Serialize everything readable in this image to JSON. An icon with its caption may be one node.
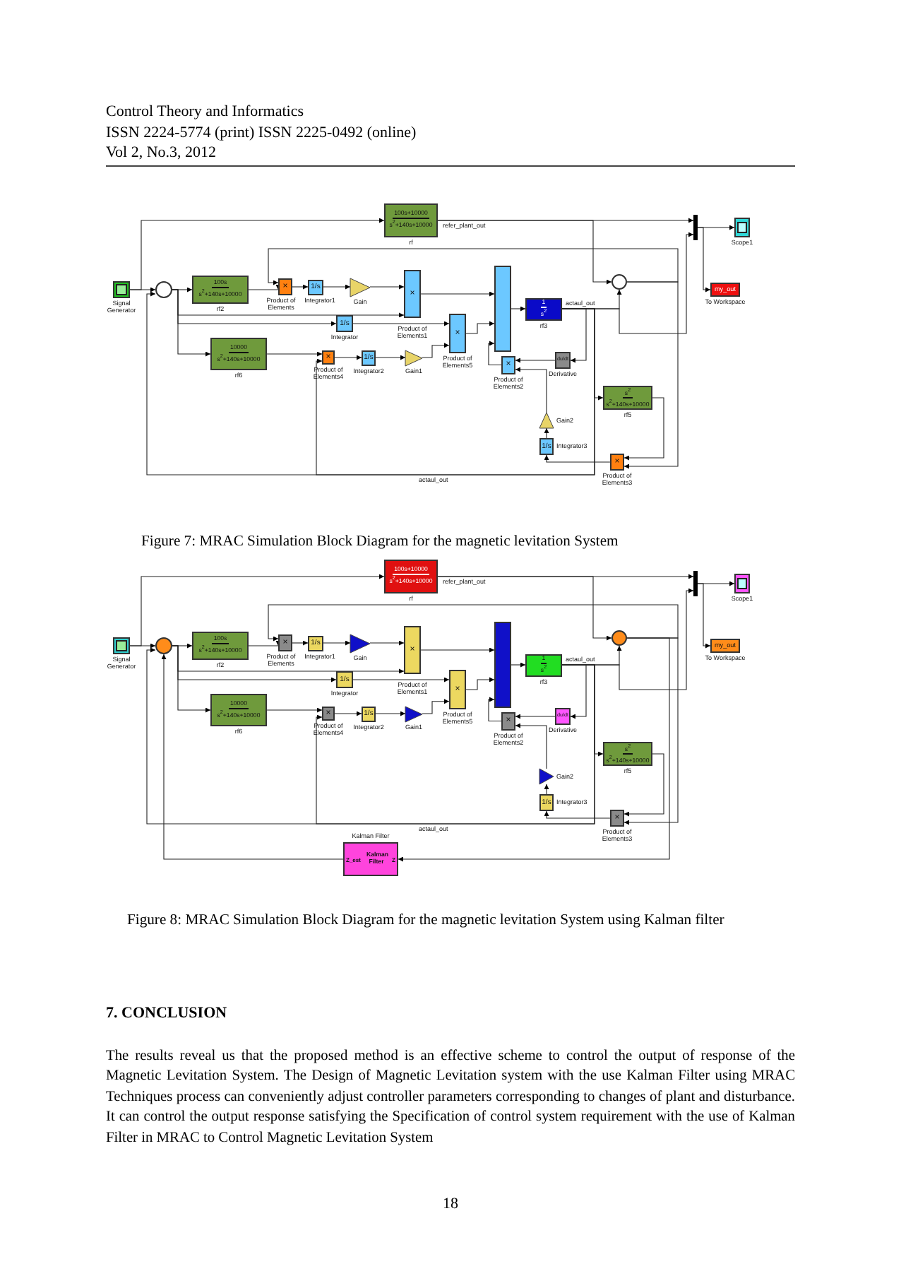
{
  "diagram": {
    "nodes": [
      {
        "text": [],
        "shape": "box",
        "beside": [
          "Signal Generator"
        ]
      },
      {
        "text": [],
        "shape": "circle"
      },
      {
        "text": [
          "100s+10000",
          "s$^{2}$+140s+10000"
        ],
        "beside": [
          "rf"
        ]
      },
      {
        "text": [
          "100s",
          "s$^{2}$+140s+10000"
        ],
        "beside": [
          "rf2"
        ]
      },
      {
        "text": [
          "×"
        ],
        "beside": [
          "Product of Elements"
        ]
      },
      {
        "text": [
          "1/s"
        ],
        "beside": [
          "Integrator1"
        ]
      },
      {
        "text": [],
        "shape": "triangle",
        "beside": [
          "Gain"
        ]
      },
      {
        "text": [
          "×"
        ],
        "beside": [
          "Product of Elements1"
        ]
      },
      {
        "text": [
          "1/s"
        ],
        "beside": [
          "Integrator"
        ]
      },
      {
        "text": [
          "10000",
          "s$^{2}$+140s+10000"
        ],
        "beside": [
          "rf6"
        ]
      },
      {
        "text": [
          "×"
        ],
        "beside": [
          "Product of Elements4"
        ]
      },
      {
        "text": [
          "1/s"
        ],
        "beside": [
          "Integrator2"
        ]
      },
      {
        "text": [],
        "shape": "triangle",
        "beside": [
          "Gain1"
        ]
      },
      {
        "text": [
          "×"
        ],
        "beside": [
          "Product of Elements5"
        ]
      },
      {
        "text": [],
        "shape": "box"
      },
      {
        "text": [
          "1",
          "s$^{2}$"
        ],
        "beside": [
          "rf3"
        ]
      },
      {
        "text": [],
        "shape": "circle"
      },
      {
        "text": [],
        "shape": "bar"
      },
      {
        "text": [],
        "shape": "box",
        "beside": [
          "Scope1"
        ]
      },
      {
        "text": [
          "my_out"
        ],
        "beside": [
          "To Workspace"
        ]
      },
      {
        "text": [
          "×"
        ],
        "beside": [
          "Product of Elements2"
        ]
      },
      {
        "text": [
          "du/dt"
        ],
        "beside": [
          "Derivative"
        ]
      },
      {
        "text": [
          "s$^{2}$",
          "s$^{2}$+140s+10000"
        ],
        "beside": [
          "rf5"
        ]
      },
      {
        "text": [],
        "shape": "triangle",
        "beside": [
          "Gain2"
        ]
      },
      {
        "text": [
          "1/s"
        ],
        "beside": [
          "Integrator3"
        ]
      },
      {
        "text": [
          "×"
        ],
        "beside": [
          "Product of Elements3"
        ]
      },
      {
        "text": [],
        "shape": "box",
        "beside": [
          "Signal Generator"
        ]
      },
      {
        "text": [],
        "shape": "circle"
      },
      {
        "text": [
          "100s+10000",
          "s$^{2}$+140s+10000"
        ],
        "beside": [
          "rf"
        ]
      },
      {
        "text": [
          "100s",
          "s$^{2}$+140s+10000"
        ],
        "beside": [
          "rf2"
        ]
      },
      {
        "text": [
          "×"
        ],
        "beside": [
          "Product of Elements"
        ]
      },
      {
        "text": [
          "1/s"
        ],
        "beside": [
          "Integrator1"
        ]
      },
      {
        "text": [],
        "shape": "triangle",
        "beside": [
          "Gain"
        ]
      },
      {
        "text": [
          "×"
        ],
        "beside": [
          "Product of Elements1"
        ]
      },
      {
        "text": [
          "1/s"
        ],
        "beside": [
          "Integrator"
        ]
      },
      {
        "text": [
          "10000",
          "s$^{2}$+140s+10000"
        ],
        "beside": [
          "rf6"
        ]
      },
      {
        "text": [
          "×"
        ],
        "beside": [
          "Product of Elements4"
        ]
      },
      {
        "text": [
          "1/s"
        ],
        "beside": [
          "Integrator2"
        ]
      },
      {
        "text": [],
        "shape": "triangle",
        "beside": [
          "Gain1"
        ]
      },
      {
        "text": [
          "×"
        ],
        "beside": [
          "Product of Elements5"
        ]
      },
      {
        "text": [],
        "shape": "box"
      },
      {
        "text": [
          "1",
          "s$^{2}$"
        ],
        "beside": [
          "rf3"
        ]
      },
      {
        "text": [],
        "shape": "circle"
      },
      {
        "text": [],
        "shape": "bar"
      },
      {
        "text": [],
        "shape": "box",
        "beside": [
          "Scope1"
        ]
      },
      {
        "text": [
          "my_out"
        ],
        "beside": [
          "To Workspace"
        ]
      },
      {
        "text": [
          "×"
        ],
        "beside": [
          "Product of Elements2"
        ]
      },
      {
        "text": [
          "du/dt"
        ],
        "beside": [
          "Derivative"
        ]
      },
      {
        "text": [
          "s$^{2}$",
          "s$^{2}$+140s+10000"
        ],
        "beside": [
          "rf5"
        ]
      },
      {
        "text": [],
        "shape": "triangle",
        "beside": [
          "Gain2"
        ]
      },
      {
        "text": [
          "1/s"
        ],
        "beside": [
          "Integrator3"
        ]
      },
      {
        "text": [
          "×"
        ],
        "beside": [
          "Product of Elements3"
        ]
      },
      {
        "text": [
          "Kalman Filter",
          "Z_est",
          "Kalman Filter",
          "Z"
        ]
      }
    ],
    "edges": [
      {
        "from": 0,
        "to": 1,
        "arrow": "to"
      },
      {
        "from": 0,
        "to": 2,
        "arrow": "to"
      },
      {
        "from": 1,
        "to": 3,
        "arrow": "to"
      },
      {
        "from": 3,
        "to": 4,
        "arrow": "to"
      },
      {
        "from": 16,
        "to": 4,
        "arrow": "to"
      },
      {
        "from": 4,
        "to": 5,
        "arrow": "to"
      },
      {
        "from": 5,
        "to": 6,
        "arrow": "to"
      },
      {
        "from": 6,
        "to": 7,
        "arrow": "to"
      },
      {
        "from": 1,
        "to": 7,
        "arrow": "to"
      },
      {
        "from": 1,
        "to": 8,
        "arrow": "to"
      },
      {
        "from": 8,
        "to": 13,
        "arrow": "to"
      },
      {
        "from": 1,
        "to": 9,
        "arrow": "to"
      },
      {
        "from": 9,
        "to": 10,
        "arrow": "to"
      },
      {
        "from": 10,
        "to": 11,
        "arrow": "to"
      },
      {
        "from": 11,
        "to": 12,
        "arrow": "to"
      },
      {
        "from": 12,
        "to": 13,
        "arrow": "to"
      },
      {
        "from": 7,
        "to": 14,
        "arrow": "to"
      },
      {
        "from": 13,
        "to": 14,
        "arrow": "to"
      },
      {
        "from": 20,
        "to": 14,
        "arrow": "to"
      },
      {
        "from": 14,
        "to": 15,
        "arrow": "to"
      },
      {
        "from": 15,
        "to": 16,
        "arrow": "to",
        "label": "actaul_out"
      },
      {
        "from": 2,
        "to": 16,
        "arrow": "to"
      },
      {
        "from": 2,
        "to": 17,
        "arrow": "to",
        "label": "refer_plant_out"
      },
      {
        "from": 15,
        "to": 17,
        "arrow": "to"
      },
      {
        "from": 17,
        "to": 18,
        "arrow": "to"
      },
      {
        "from": 17,
        "to": 19,
        "arrow": "to"
      },
      {
        "from": 15,
        "to": 21,
        "arrow": "to"
      },
      {
        "from": 21,
        "to": 20,
        "arrow": "to"
      },
      {
        "from": 15,
        "to": 22,
        "arrow": "to"
      },
      {
        "from": 22,
        "to": 25,
        "arrow": "to"
      },
      {
        "from": 16,
        "to": 25,
        "arrow": "to"
      },
      {
        "from": 25,
        "to": 24,
        "arrow": "to"
      },
      {
        "from": 24,
        "to": 23,
        "arrow": "to"
      },
      {
        "from": 23,
        "to": 20,
        "arrow": "to"
      },
      {
        "from": 15,
        "to": 1,
        "arrow": "to",
        "label": "actaul_out"
      },
      {
        "from": 15,
        "to": 10,
        "arrow": "to"
      },
      {
        "from": 26,
        "to": 27,
        "arrow": "to"
      },
      {
        "from": 26,
        "to": 28,
        "arrow": "to"
      },
      {
        "from": 27,
        "to": 29,
        "arrow": "to"
      },
      {
        "from": 29,
        "to": 30,
        "arrow": "to"
      },
      {
        "from": 42,
        "to": 30,
        "arrow": "to"
      },
      {
        "from": 30,
        "to": 31,
        "arrow": "to"
      },
      {
        "from": 31,
        "to": 32,
        "arrow": "to"
      },
      {
        "from": 32,
        "to": 33,
        "arrow": "to"
      },
      {
        "from": 27,
        "to": 33,
        "arrow": "to"
      },
      {
        "from": 27,
        "to": 34,
        "arrow": "to"
      },
      {
        "from": 34,
        "to": 39,
        "arrow": "to"
      },
      {
        "from": 27,
        "to": 35,
        "arrow": "to"
      },
      {
        "from": 35,
        "to": 36,
        "arrow": "to"
      },
      {
        "from": 36,
        "to": 37,
        "arrow": "to"
      },
      {
        "from": 37,
        "to": 38,
        "arrow": "to"
      },
      {
        "from": 38,
        "to": 39,
        "arrow": "to"
      },
      {
        "from": 33,
        "to": 40,
        "arrow": "to"
      },
      {
        "from": 39,
        "to": 40,
        "arrow": "to"
      },
      {
        "from": 46,
        "to": 40,
        "arrow": "to"
      },
      {
        "from": 40,
        "to": 41,
        "arrow": "to"
      },
      {
        "from": 41,
        "to": 42,
        "arrow": "to",
        "label": "actaul_out"
      },
      {
        "from": 28,
        "to": 42,
        "arrow": "to"
      },
      {
        "from": 28,
        "to": 43,
        "arrow": "to",
        "label": "refer_plant_out"
      },
      {
        "from": 41,
        "to": 43,
        "arrow": "to"
      },
      {
        "from": 43,
        "to": 44,
        "arrow": "to"
      },
      {
        "from": 43,
        "to": 45,
        "arrow": "to"
      },
      {
        "from": 41,
        "to": 47,
        "arrow": "to"
      },
      {
        "from": 47,
        "to": 46,
        "arrow": "to"
      },
      {
        "from": 41,
        "to": 48,
        "arrow": "to"
      },
      {
        "from": 48,
        "to": 51,
        "arrow": "to"
      },
      {
        "from": 42,
        "to": 51,
        "arrow": "to"
      },
      {
        "from": 51,
        "to": 50,
        "arrow": "to"
      },
      {
        "from": 50,
        "to": 49,
        "arrow": "to"
      },
      {
        "from": 49,
        "to": 46,
        "arrow": "to"
      },
      {
        "from": 41,
        "to": 27,
        "arrow": "to",
        "label": "actaul_out"
      },
      {
        "from": 41,
        "to": 36,
        "arrow": "to"
      },
      {
        "from": 42,
        "to": 52,
        "arrow": "to"
      },
      {
        "from": 52,
        "to": 27,
        "arrow": "to"
      }
    ],
    "labels": [
      "Control Theory and Informatics",
      "ISSN 2224-5774 (print) ISSN 2225-0492 (online)",
      "Vol 2, No.3, 2012",
      "Figure 7: MRAC Simulation Block Diagram for the magnetic levitation System",
      "Figure 8: MRAC Simulation Block Diagram for the magnetic levitation System using Kalman filter",
      "7. CONCLUSION",
      "The results reveal us that the proposed method is an effective scheme to control the output of response of the Magnetic Levitation System. The Design of Magnetic Levitation system with the use Kalman Filter using MRAC Techniques process can conveniently adjust controller parameters corresponding to changes of plant and disturbance. It can control the output response satisfying the Specification of control system requirement with the use of Kalman Filter in MRAC to Control Magnetic Levitation System",
      "18"
    ]
  }
}
